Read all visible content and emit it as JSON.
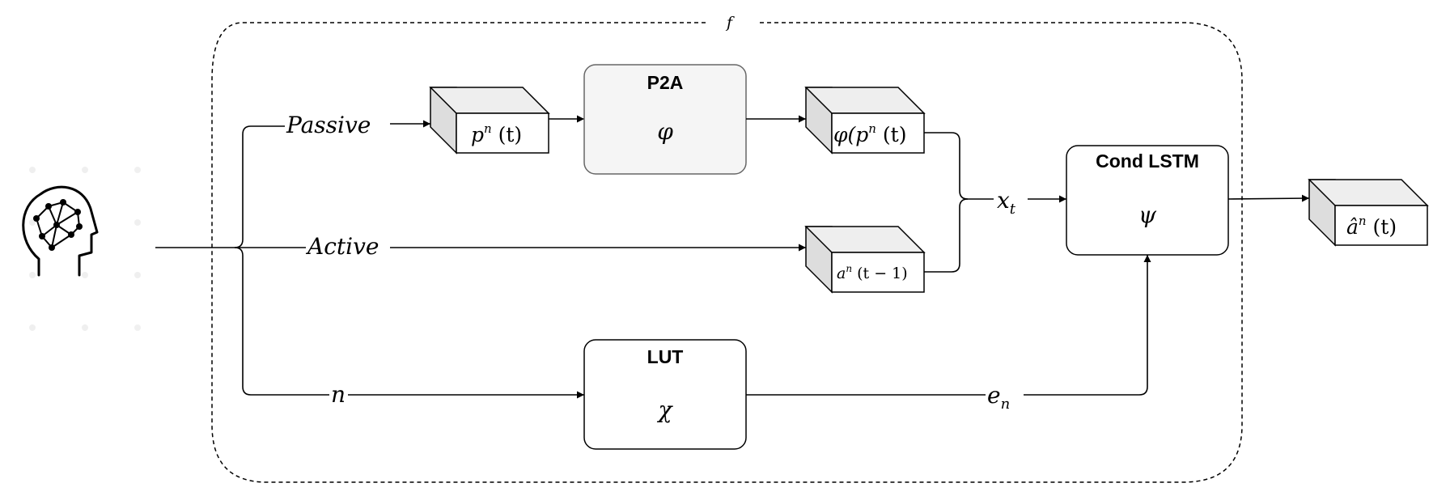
{
  "frame": {
    "label": "f"
  },
  "inputs": {
    "passive": "Passive",
    "active": "Active",
    "n": "n"
  },
  "tensors": {
    "p_t": {
      "main": "p",
      "sup": "n",
      "rest": " (t)"
    },
    "phi_p": {
      "prefix": "φ(",
      "main": "p",
      "sup": "n",
      "rest": " (t)"
    },
    "a_prev": {
      "main": "a",
      "sup": "n",
      "rest": " (t − 1)"
    },
    "a_hat": {
      "main": "â",
      "sup": "n",
      "rest": " (t)"
    }
  },
  "blocks": {
    "p2a": {
      "title": "P2A",
      "symbol": "φ",
      "fill": "#f5f5f5"
    },
    "lut": {
      "title": "LUT",
      "symbol": "χ"
    },
    "cond_lstm": {
      "title": "Cond LSTM",
      "symbol": "ψ"
    }
  },
  "signals": {
    "xt": {
      "main": "x",
      "sub": "t"
    },
    "en": {
      "main": "e",
      "sub": "n"
    }
  },
  "icons": {
    "user": "brain-head-icon"
  }
}
